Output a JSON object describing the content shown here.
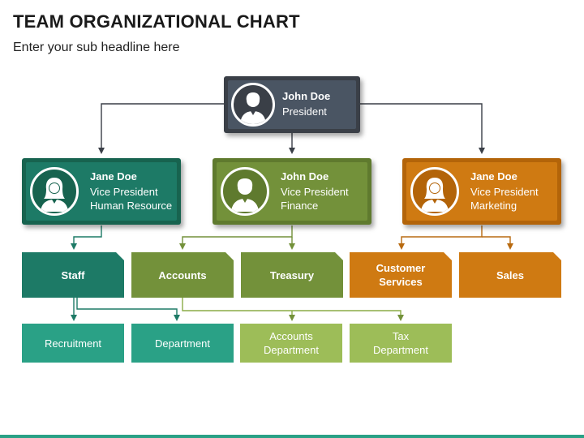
{
  "header": {
    "title": "TEAM ORGANIZATIONAL CHART",
    "subtitle": "Enter your sub headline here"
  },
  "colors": {
    "president": "#4a5563",
    "hr": "#1d7a66",
    "finance": "#73913a",
    "marketing": "#cf7a12",
    "staff": "#1d7a66",
    "accounts": "#73913a",
    "treasury": "#73913a",
    "customer_services": "#cf7a12",
    "sales": "#cf7a12",
    "recruitment": "#2aa186",
    "department": "#2aa186",
    "accounts_department": "#9dbd58",
    "tax_department": "#9dbd58",
    "connector_dark": "#3a3f47",
    "connector_green": "#73913a",
    "connector_teal": "#1d7a66",
    "connector_orange": "#b86a10"
  },
  "president": {
    "name": "John Doe",
    "role": "President",
    "avatar": "male-avatar-icon"
  },
  "vice_presidents": [
    {
      "name": "Jane Doe",
      "role": "Vice President",
      "area": "Human Resource",
      "avatar": "female-avatar-icon"
    },
    {
      "name": "John Doe",
      "role": "Vice President",
      "area": "Finance",
      "avatar": "male-avatar-icon"
    },
    {
      "name": "Jane Doe",
      "role": "Vice President",
      "area": "Marketing",
      "avatar": "female-avatar-icon"
    }
  ],
  "departments": [
    {
      "label": "Staff"
    },
    {
      "label": "Accounts"
    },
    {
      "label": "Treasury"
    },
    {
      "label": "Customer Services"
    },
    {
      "label": "Sales"
    }
  ],
  "sub_departments": [
    {
      "label": "Recruitment"
    },
    {
      "label": "Department"
    },
    {
      "label": "Accounts Department"
    },
    {
      "label": "Tax Department"
    }
  ]
}
